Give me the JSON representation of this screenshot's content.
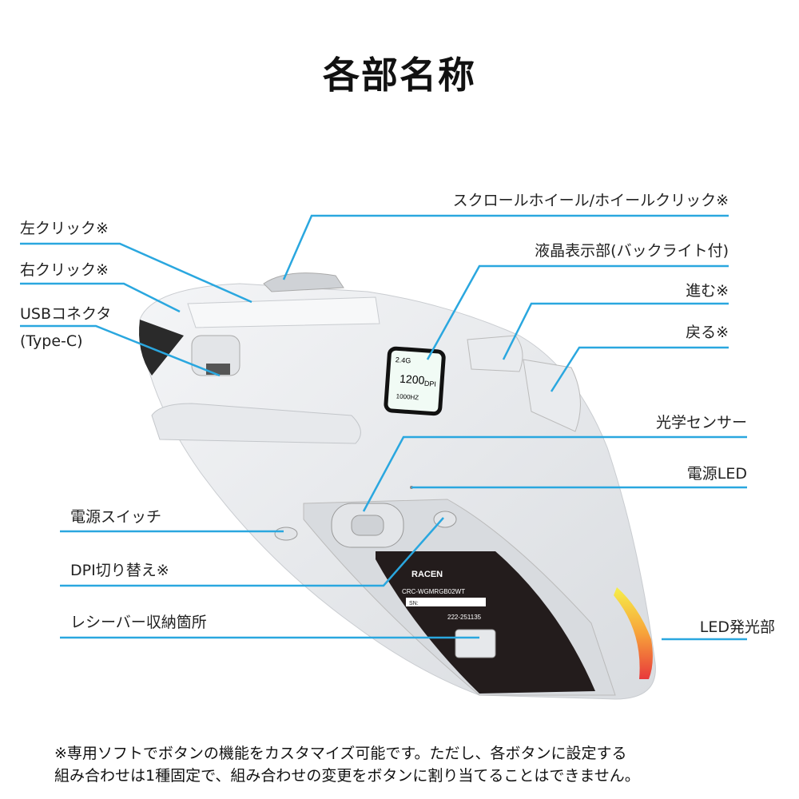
{
  "title": "各部名称",
  "colors": {
    "leader_line": "#2aa7df",
    "mouse_body": "#eef0f2",
    "label_plate": "#231c1c"
  },
  "labels": {
    "left_click": "左クリック※",
    "right_click": "右クリック※",
    "usb_connector": "USBコネクタ",
    "usb_type": "(Type-C)",
    "power_switch": "電源スイッチ",
    "dpi_switch": "DPI切り替え※",
    "receiver_storage": "レシーバー収納箇所",
    "scroll_wheel": "スクロールホイール/ホイールクリック※",
    "lcd": "液晶表示部(バックライト付)",
    "forward": "進む※",
    "back": "戻る※",
    "optical_sensor": "光学センサー",
    "power_led": "電源LED",
    "led_light": "LED発光部"
  },
  "lcd_screen": {
    "mode": "2.4G",
    "dpi_value": "1200",
    "dpi_unit": "DPI",
    "polling": "1000HZ"
  },
  "plate": {
    "brand": "RACEN",
    "model": "CRC-WGMRGB02WT",
    "sn": "SN:",
    "cert": "222-251135"
  },
  "footnote": [
    "※専用ソフトでボタンの機能をカスタマイズ可能です。ただし、各ボタンに設定する",
    "組み合わせは1種固定で、組み合わせの変更をボタンに割り当てることはできません。"
  ]
}
